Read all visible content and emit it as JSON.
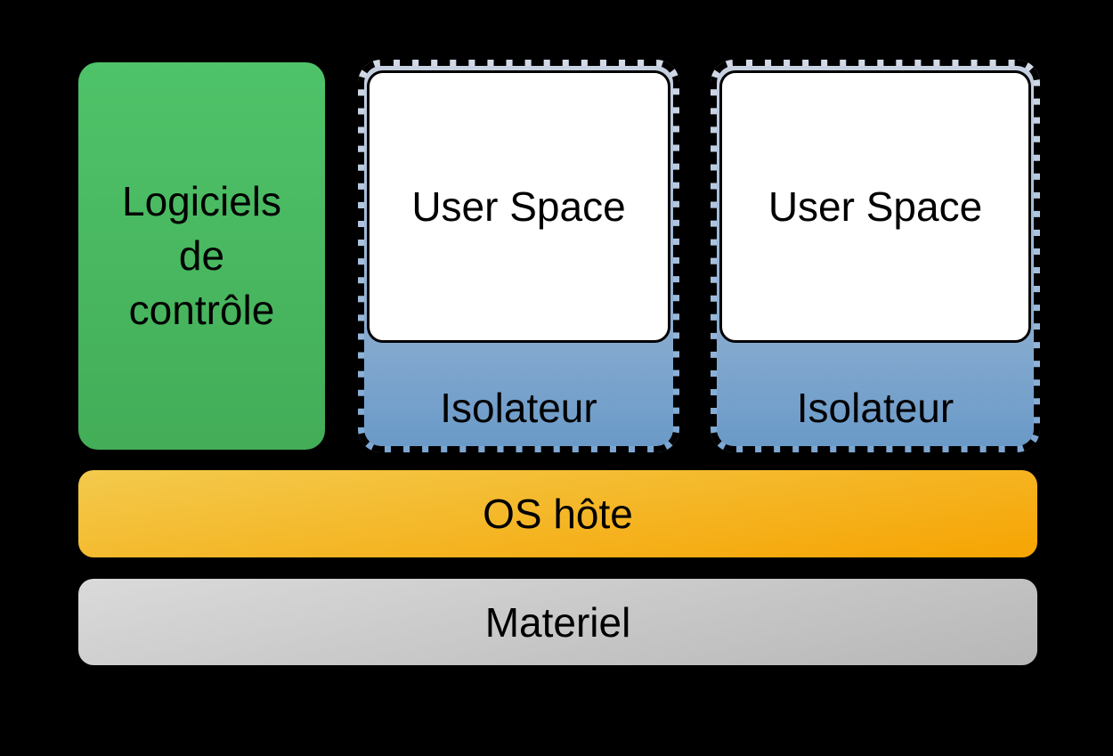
{
  "colors": {
    "background": "#000000",
    "text": "#000000",
    "green-top": "#4fc369",
    "green-bottom": "#43ad58",
    "blue-top": "#c8d1e1",
    "blue-bottom": "#6a9ac8",
    "dash-top": "#d3dae6",
    "dash-bottom": "#7ba6d2",
    "userspace-bg": "#ffffff",
    "userspace-border": "#000000",
    "orange-top": "#f3ca4d",
    "orange-bottom": "#f6a402",
    "gray-top": "#dadada",
    "gray-bottom": "#b7b7b7"
  },
  "diagram": {
    "control_box": {
      "label": "Logiciels\nde\ncontrôle"
    },
    "containers": [
      {
        "user_space_label": "User Space",
        "isolator_label": "Isolateur"
      },
      {
        "user_space_label": "User Space",
        "isolator_label": "Isolateur"
      }
    ],
    "os_bar": {
      "label": "OS hôte"
    },
    "hardware_bar": {
      "label": "Materiel"
    }
  }
}
